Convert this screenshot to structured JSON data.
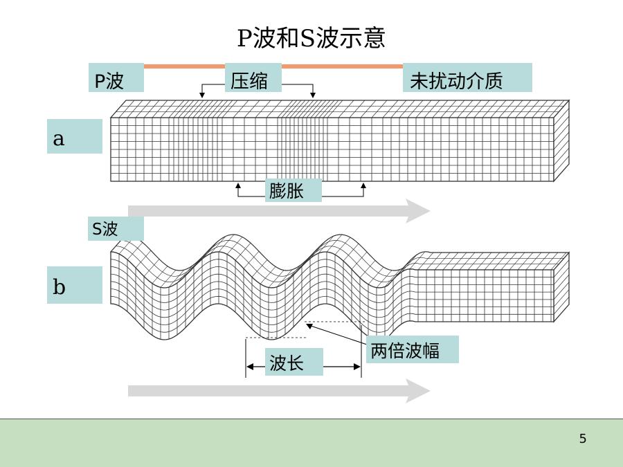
{
  "title": "P波和S波示意",
  "p_wave": {
    "tag": "P波",
    "compression": "压缩",
    "undisturbed": "未扰动介质",
    "expansion": "膨胀",
    "panel": "a"
  },
  "s_wave": {
    "tag": "S波",
    "wavelength": "波长",
    "double_amplitude": "两倍波幅",
    "panel": "b"
  },
  "colors": {
    "label_bg": "#b8dcdc",
    "bar": "#f2986a",
    "footer": "#c5dfc0",
    "arrow": "#d8d8d8"
  },
  "page_number": "5"
}
